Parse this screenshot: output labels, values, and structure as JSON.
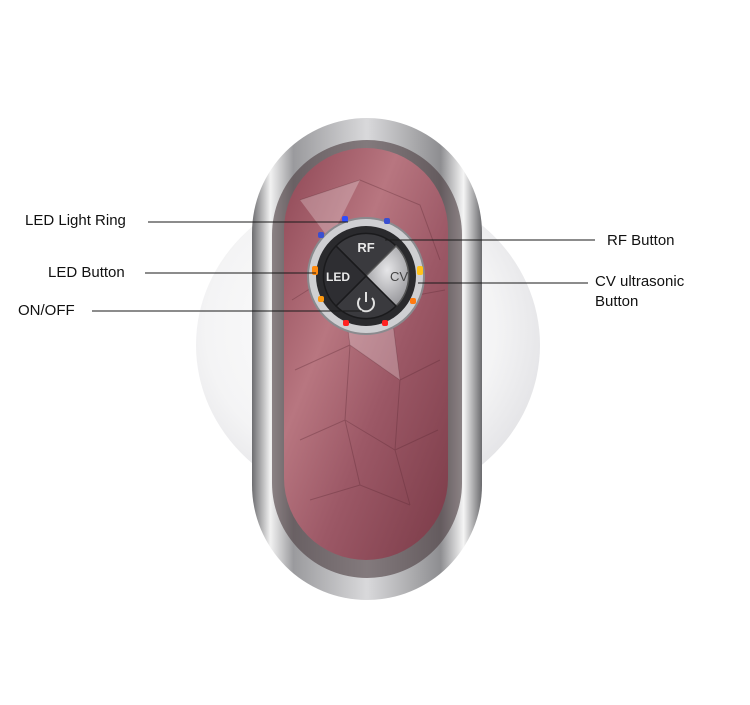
{
  "colors": {
    "leader_line": "#1a1a1a",
    "shell_pink": "#a86470",
    "chrome": "#c8c8c8",
    "led_blue": "#2e4cff",
    "led_orange": "#ff8a10",
    "led_red": "#ff2020",
    "led_yellow": "#ffc21a"
  },
  "device": {
    "buttons": {
      "rf": "RF",
      "led": "LED",
      "cv": "CV"
    }
  },
  "callouts": {
    "led_light_ring": "LED Light Ring",
    "led_button": "LED Button",
    "on_off": "ON/OFF",
    "rf_button": "RF Button",
    "cv_button_line1": "CV ultrasonic",
    "cv_button_line2": "Button"
  }
}
